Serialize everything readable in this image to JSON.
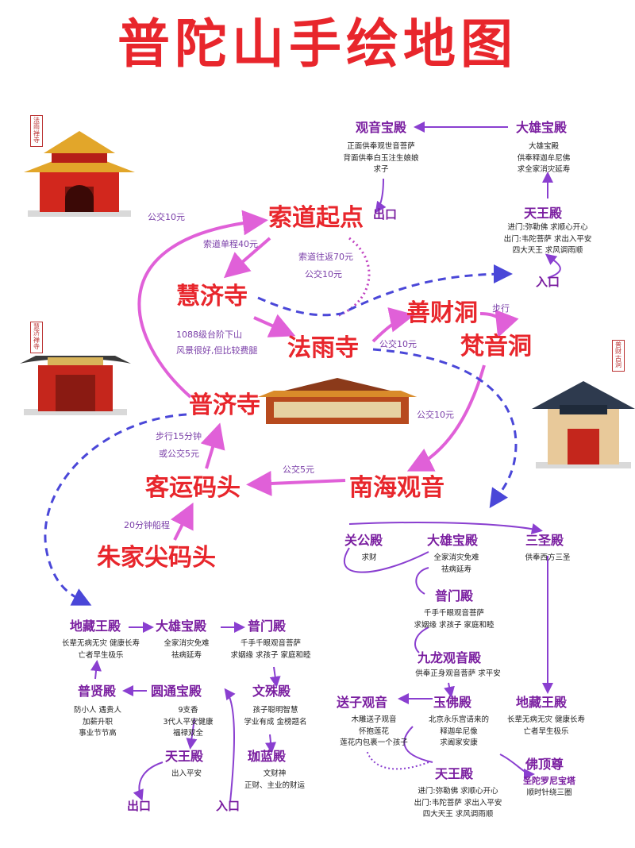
{
  "title": "普陀山手绘地图",
  "places": {
    "suodao": "索道起点",
    "huiji": "慧济寺",
    "fayu": "法雨寺",
    "shancai": "善财洞",
    "fanyin": "梵音洞",
    "puji": "普济寺",
    "keyun": "客运码头",
    "nanhai": "南海观音",
    "zhujiajian": "朱家尖码头"
  },
  "routes": {
    "bus10_top": "公交10元",
    "cable_single": "索道单程40元",
    "cable_round": "索道往返70元",
    "bus10_cable": "公交10元",
    "stairs_line1": "1088级台阶下山",
    "stairs_line2": "风景很好,但比较费腿",
    "bus10_fayu": "公交10元",
    "walk": "步行",
    "bus10_fanyin": "公交10元",
    "walk15_line1": "步行15分钟",
    "walk15_line2": "或公交5元",
    "bus5": "公交5元",
    "boat20": "20分钟船程"
  },
  "plaques": {
    "fayu": "法雨禅寺",
    "huiji": "慧济禅寺",
    "shancai": "普财古洞"
  },
  "fayu_temple": {
    "guanyin": {
      "name": "观音宝殿",
      "desc": [
        "正面供奉观世音菩萨",
        "背面供奉白玉注生娘娘",
        "求子"
      ]
    },
    "daxiong": {
      "name": "大雄宝殿",
      "desc": [
        "大雄宝殿",
        "供奉释迦牟尼佛",
        "求全家消灾延寿"
      ]
    },
    "tianwang": {
      "name": "天王殿",
      "desc": [
        "进门:弥勒佛 求顺心开心",
        "出门:韦陀菩萨 求出入平安",
        "四大天王 求风调雨顺"
      ]
    },
    "exit": "出口",
    "entrance": "入口"
  },
  "puji_temple": {
    "dizang": {
      "name": "地藏王殿",
      "desc": [
        "长辈无病无灾 健康长寿",
        "亡者早生极乐"
      ]
    },
    "daxiong": {
      "name": "大雄宝殿",
      "desc": [
        "全家消灾免难",
        "祛病延寿"
      ]
    },
    "pumen": {
      "name": "普门殿",
      "desc": [
        "千手千眼观音菩萨",
        "求姻缘 求孩子 家庭和睦"
      ]
    },
    "puxian": {
      "name": "普贤殿",
      "desc": [
        "防小人 遇贵人",
        "加薪升职",
        "事业节节高"
      ]
    },
    "yuantong": {
      "name": "圆通宝殿",
      "desc": [
        "9支香",
        "3代人平安健康",
        "福禄双全"
      ]
    },
    "wenshu": {
      "name": "文殊殿",
      "desc": [
        "孩子聪明智慧",
        "学业有成 金榜题名"
      ]
    },
    "tianwang": {
      "name": "天王殿",
      "desc": [
        "出入平安"
      ]
    },
    "qielan": {
      "name": "珈蓝殿",
      "desc": [
        "文财神",
        "正财、主业的财运"
      ]
    },
    "exit": "出口",
    "entrance": "入口"
  },
  "nanhai_area": {
    "guangong": {
      "name": "关公殿",
      "desc": [
        "求财"
      ]
    },
    "daxiong": {
      "name": "大雄宝殿",
      "desc": [
        "全家消灾免难",
        "祛病延寿"
      ]
    },
    "sansheng": {
      "name": "三圣殿",
      "desc": [
        "供奉西方三圣"
      ]
    },
    "pumen": {
      "name": "普门殿",
      "desc": [
        "千手千眼观音菩萨",
        "求姻缘 求孩子 家庭和睦"
      ]
    },
    "jiulong": {
      "name": "九龙观音殿",
      "desc": [
        "供奉正身观音菩萨 求平安"
      ]
    },
    "songzi": {
      "name": "送子观音",
      "desc": [
        "木雕送子观音",
        "怀抱莲花",
        "莲花内包裹一个孩子"
      ]
    },
    "yufo": {
      "name": "玉佛殿",
      "desc": [
        "北京永乐宫请来的",
        "释迦牟尼像",
        "求阖家安康"
      ]
    },
    "dizang": {
      "name": "地藏王殿",
      "desc": [
        "长辈无病无灾 健康长寿",
        "亡者早生极乐"
      ]
    },
    "foding": {
      "name": "佛顶尊",
      "desc": [
        "圣陀罗尼宝塔",
        "顺时针绕三圈"
      ]
    },
    "tianwang": {
      "name": "天王殿",
      "desc": [
        "进门:弥勒佛 求顺心开心",
        "出门:韦陀菩萨 求出入平安",
        "四大天王 求风调雨顺"
      ]
    }
  },
  "colors": {
    "title": "#e8262c",
    "place": "#e8262c",
    "hall": "#7a1ea0",
    "pink_route": "#e060d8",
    "blue_route": "#4a47d8",
    "purple_route": "#8a3fd0"
  }
}
